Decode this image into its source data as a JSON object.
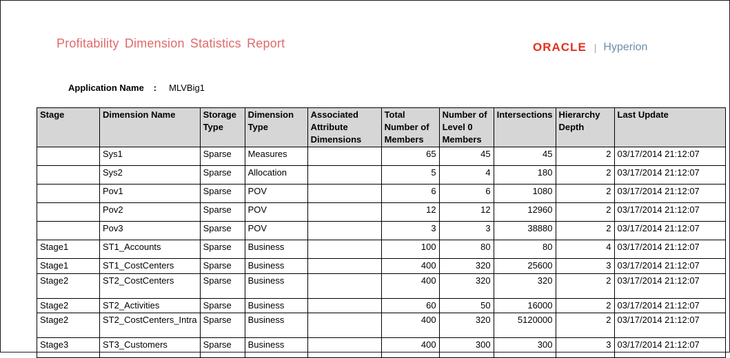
{
  "report": {
    "title": "Profitability Dimension Statistics Report",
    "logo_oracle": "ORACLE",
    "logo_separator": "|",
    "logo_product": "Hyperion",
    "app_label": "Application Name",
    "app_colon": ":",
    "app_value": "MLVBig1"
  },
  "table": {
    "headers": [
      "Stage",
      "Dimension Name",
      "Storage Type",
      "Dimension Type",
      "Associated Attribute Dimensions",
      "Total Number of Members",
      "Number of Level 0 Members",
      "Intersections",
      "Hierarchy Depth",
      "Last Update"
    ],
    "rows": [
      [
        "",
        "Sys1",
        "Sparse",
        "Measures",
        "",
        "65",
        "45",
        "45",
        "2",
        "03/17/2014  21:12:07"
      ],
      [
        "",
        "Sys2",
        "Sparse",
        "Allocation",
        "",
        "5",
        "4",
        "180",
        "2",
        "03/17/2014  21:12:07"
      ],
      [
        "",
        "Pov1",
        "Sparse",
        "POV",
        "",
        "6",
        "6",
        "1080",
        "2",
        "03/17/2014  21:12:07"
      ],
      [
        "",
        "Pov2",
        "Sparse",
        "POV",
        "",
        "12",
        "12",
        "12960",
        "2",
        "03/17/2014  21:12:07"
      ],
      [
        "",
        "Pov3",
        "Sparse",
        "POV",
        "",
        "3",
        "3",
        "38880",
        "2",
        "03/17/2014  21:12:07"
      ],
      [
        "Stage1",
        "ST1_Accounts",
        "Sparse",
        "Business",
        "",
        "100",
        "80",
        "80",
        "4",
        "03/17/2014  21:12:07"
      ],
      [
        "Stage1",
        "ST1_CostCenters",
        "Sparse",
        "Business",
        "",
        "400",
        "320",
        "25600",
        "3",
        "03/17/2014  21:12:07"
      ],
      [
        "Stage2",
        "ST2_CostCenters",
        "Sparse",
        "Business",
        "",
        "400",
        "320",
        "320",
        "2",
        "03/17/2014  21:12:07"
      ],
      [
        "Stage2",
        "ST2_Activities",
        "Sparse",
        "Business",
        "",
        "60",
        "50",
        "16000",
        "2",
        "03/17/2014  21:12:07"
      ],
      [
        "Stage2",
        "ST2_CostCenters_Intra",
        "Sparse",
        "Business",
        "",
        "400",
        "320",
        "5120000",
        "2",
        "03/17/2014  21:12:07"
      ],
      [
        "Stage3",
        "ST3_Customers",
        "Sparse",
        "Business",
        "",
        "400",
        "300",
        "300",
        "3",
        "03/17/2014  21:12:07"
      ]
    ]
  }
}
